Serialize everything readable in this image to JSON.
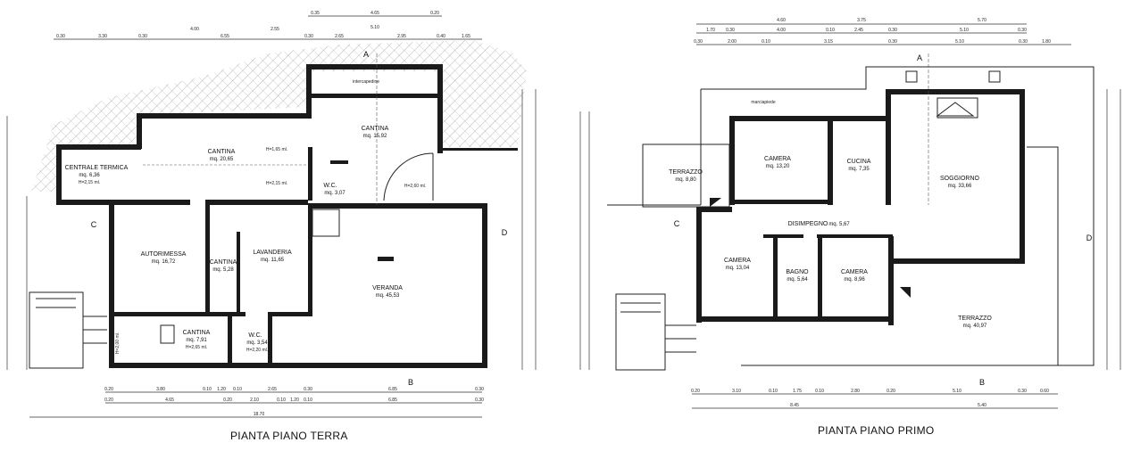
{
  "plans": [
    {
      "title": "PIANTA PIANO TERRA",
      "rooms": [
        {
          "name": "CENTRALE TERMICA",
          "area": "mq. 6,36",
          "note": "H=2,15 ml."
        },
        {
          "name": "CANTINA",
          "area": "mq. 20,65",
          "note": "H=1,65 ml."
        },
        {
          "name": "CANTINA",
          "area": "mq. 15,92",
          "note": ""
        },
        {
          "name": "W.C.",
          "area": "mq. 3,07",
          "note": ""
        },
        {
          "name": "AUTORIMESSA",
          "area": "mq. 16,72",
          "note": ""
        },
        {
          "name": "CANTINA",
          "area": "mq. 5,28",
          "note": ""
        },
        {
          "name": "LAVANDERIA",
          "area": "mq. 11,65",
          "note": ""
        },
        {
          "name": "VERANDA",
          "area": "mq. 45,53",
          "note": ""
        },
        {
          "name": "CANTINA",
          "area": "mq. 7,91",
          "note": "H=2,65 ml."
        },
        {
          "name": "W.C.",
          "area": "mq. 3,54",
          "note": "H=2,20 ml."
        }
      ],
      "labels": {
        "intercapedine": "intercapedine",
        "h_cantina_low": "H=2,15 ml.",
        "h_cantina_right": "H=2,60 ml.",
        "h_left": "H=2,00 ml."
      },
      "dim_top_row1": [
        "0.30",
        "3.30",
        "0.30",
        "4.00",
        "6.55",
        "2.55",
        "0.30",
        "2.65",
        "5.10",
        "2.95",
        "0.40",
        "1.65"
      ],
      "dim_top_row2": [
        "0.35",
        "4.65",
        "0.20"
      ],
      "dim_bottom_row1": [
        "0.20",
        "3.80",
        "0.10",
        "1.20",
        "0.10",
        "2.65",
        "0.30",
        "6.85",
        "0.30"
      ],
      "dim_bottom_row2": [
        "0.20",
        "4.65",
        "0.20",
        "2.10",
        "0.10",
        "1.20",
        "0.10",
        "6.85",
        "0.30"
      ],
      "dim_bottom_total": "18.70",
      "sections": {
        "a": "A",
        "b": "B",
        "c": "C",
        "d": "D"
      }
    },
    {
      "title": "PIANTA PIANO PRIMO",
      "rooms": [
        {
          "name": "TERRAZZO",
          "area": "mq. 8,80"
        },
        {
          "name": "CAMERA",
          "area": "mq. 13,20"
        },
        {
          "name": "CUCINA",
          "area": "mq. 7,35"
        },
        {
          "name": "SOGGIORNO",
          "area": "mq. 33,66"
        },
        {
          "name": "DISIMPEGNO",
          "area": "mq. 5,67"
        },
        {
          "name": "CAMERA",
          "area": "mq. 13,04"
        },
        {
          "name": "BAGNO",
          "area": "mq. 5,64"
        },
        {
          "name": "CAMERA",
          "area": "mq. 8,96"
        },
        {
          "name": "TERRAZZO",
          "area": "mq. 40,97"
        }
      ],
      "labels": {
        "marciapiede": "marciapiede"
      },
      "dim_top_row1": [
        "4.60",
        "3.75",
        "5.70"
      ],
      "dim_top_row2": [
        "1.70",
        "0.30",
        "4.00",
        "0.10",
        "2.45",
        "0.30",
        "5.10",
        "0.30"
      ],
      "dim_top_row3": [
        "0.30",
        "2.00",
        "0.10",
        "3.15",
        "0.30",
        "5.10",
        "0.30",
        "1.80"
      ],
      "dim_bottom_row1": [
        "0.20",
        "3.10",
        "0.10",
        "1.75",
        "0.10",
        "2.80",
        "0.20",
        "5.10",
        "0.30",
        "0.60"
      ],
      "dim_bottom_row2": [
        "8.45",
        "5.40"
      ],
      "sections": {
        "a": "A",
        "b": "B",
        "c": "C",
        "d": "D"
      }
    }
  ]
}
